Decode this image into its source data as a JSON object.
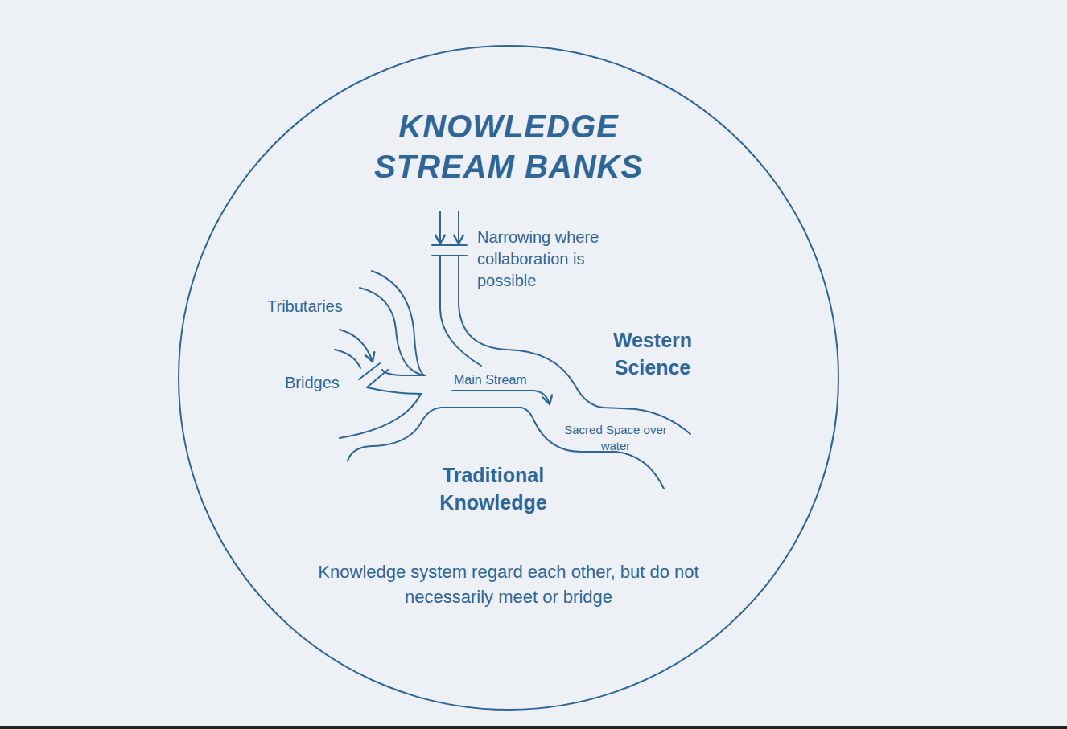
{
  "diagram": {
    "title": "KNOWLEDGE STREAM BANKS",
    "caption": "Knowledge system regard each other, but do not necessarily meet or bridge",
    "labels": [
      "Narrowing where collaboration is possible",
      "Tributaries",
      "Bridges",
      "Main Stream",
      "Western Science",
      "Sacred Space over water",
      "Traditional Knowledge"
    ]
  }
}
